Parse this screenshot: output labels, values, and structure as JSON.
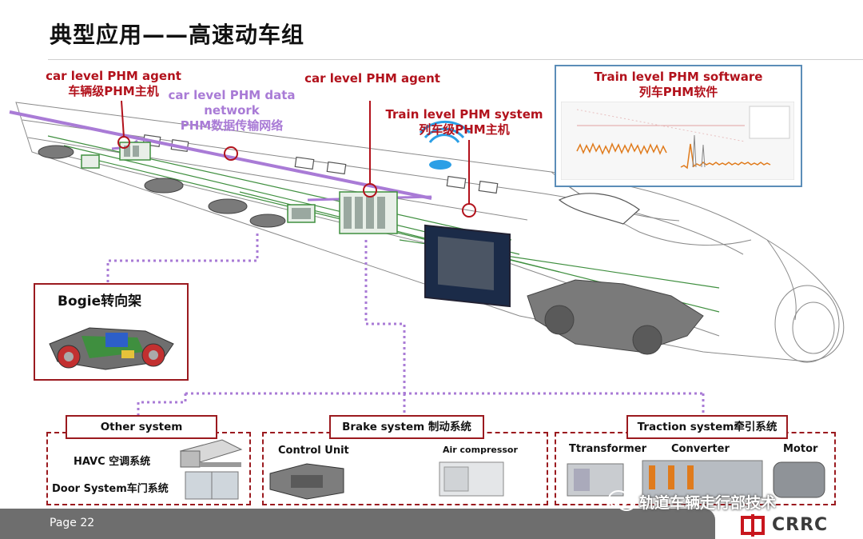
{
  "title": "典型应用——高速动车组",
  "labels": {
    "car_agent_1_en": "car level PHM agent",
    "car_agent_1_cn": "车辆级PHM主机",
    "car_network_en": "car level PHM data network",
    "car_network_cn": "PHM数据传输网络",
    "car_agent_2_en": "car level PHM agent",
    "train_system_en": "Train level PHM system",
    "train_system_cn": "列车级PHM主机",
    "train_software_en": "Train level PHM software",
    "train_software_cn": "列车PHM软件"
  },
  "bogie": {
    "title": "Bogie转向架"
  },
  "systems": {
    "other": {
      "title": "Other system",
      "items": [
        "HAVC 空调系统",
        "Door System车门系统"
      ]
    },
    "brake": {
      "title": "Brake system 制动系统",
      "items": [
        "Control Unit",
        "Air compressor"
      ]
    },
    "traction": {
      "title": "Traction system牵引系统",
      "items": [
        "Ttransformer",
        "Converter",
        "Motor"
      ]
    }
  },
  "footer": {
    "page": "Page 22",
    "brand": "CRRC",
    "watermark": "轨道车辆走行部技术"
  },
  "colors": {
    "accent_red": "#b2121c",
    "network_purple": "#a97bd6",
    "equipment_green": "#3f8f3f",
    "software_frame": "#5b8db8"
  }
}
